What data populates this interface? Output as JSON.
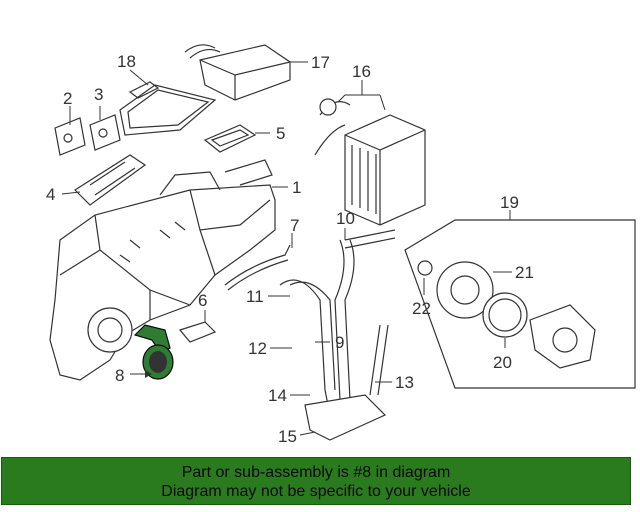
{
  "diagram": {
    "callouts": [
      "1",
      "2",
      "3",
      "4",
      "5",
      "6",
      "7",
      "8",
      "9",
      "10",
      "11",
      "12",
      "13",
      "14",
      "15",
      "16",
      "17",
      "18",
      "19",
      "20",
      "21",
      "22"
    ],
    "highlighted_part": "8",
    "highlight_color": "#2e7d32"
  },
  "banner": {
    "line1": "Part or sub-assembly is #8 in diagram",
    "line2": "Diagram may not be specific to your vehicle",
    "background": "#2a7a1e"
  }
}
